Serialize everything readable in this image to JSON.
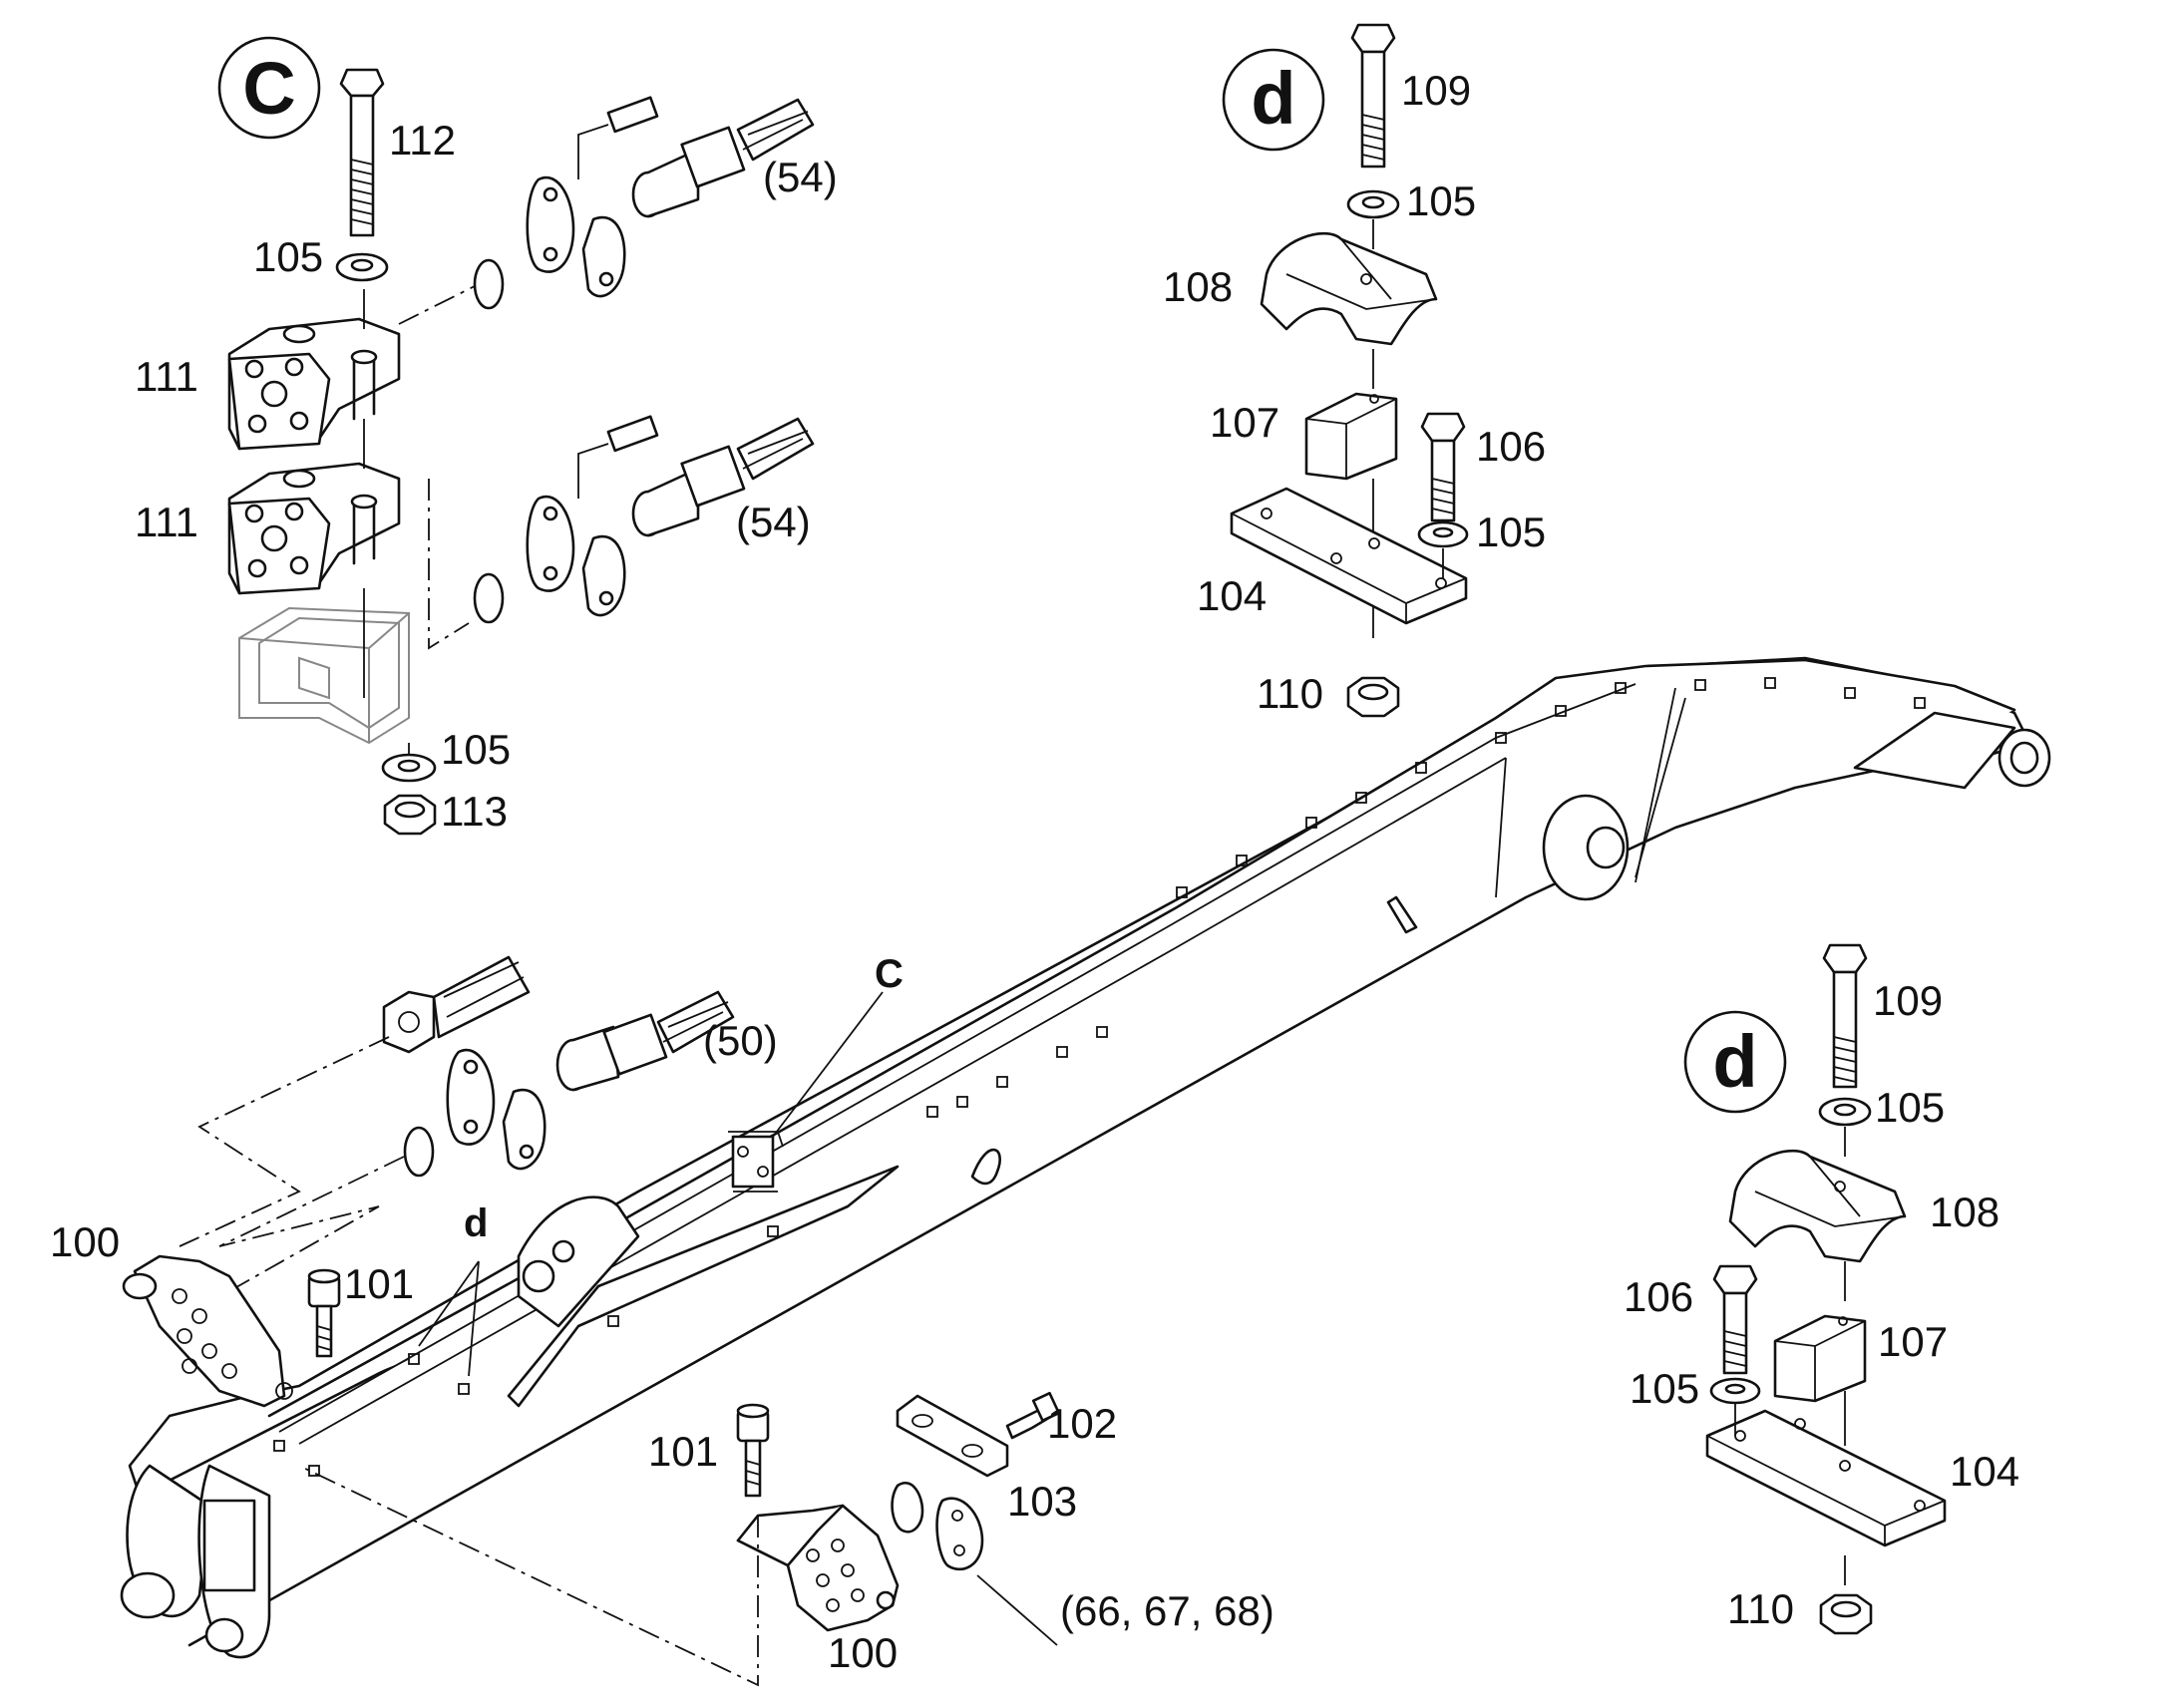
{
  "detail_c": {
    "title": "C",
    "labels": [
      "112",
      "105",
      "111",
      "111",
      "(54)",
      "(54)",
      "105",
      "113"
    ]
  },
  "detail_d_top": {
    "title": "d",
    "labels": [
      "109",
      "105",
      "108",
      "107",
      "106",
      "105",
      "104",
      "110"
    ]
  },
  "detail_d_right": {
    "title": "d",
    "labels": [
      "109",
      "105",
      "108",
      "106",
      "107",
      "105",
      "104",
      "110"
    ]
  },
  "main": {
    "labels": [
      "(50)",
      "C",
      "100",
      "101",
      "d",
      "101",
      "102",
      "103",
      "100",
      "(66, 67, 68)"
    ]
  }
}
